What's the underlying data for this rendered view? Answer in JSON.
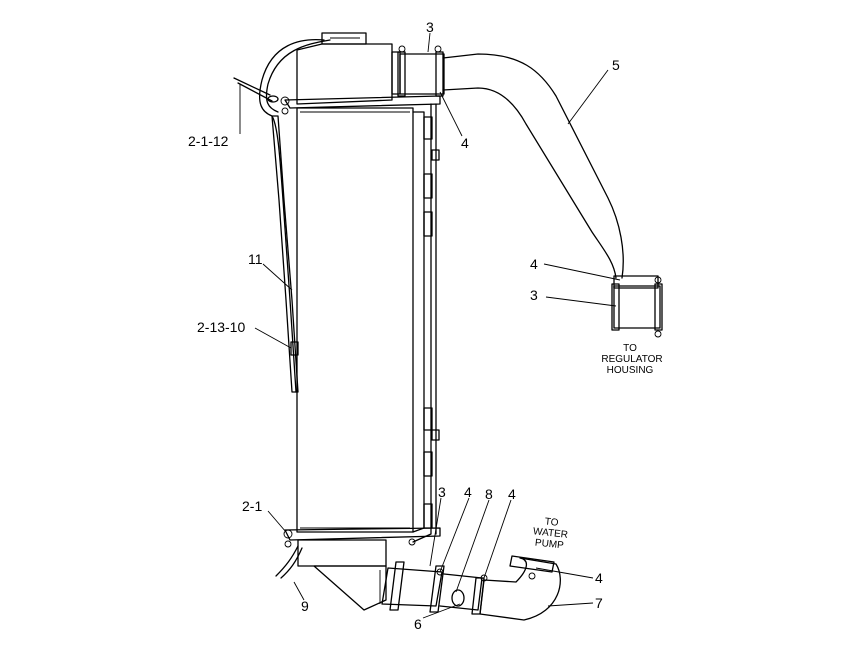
{
  "callouts": {
    "c_2_1_12": "2-1-12",
    "c_11": "11",
    "c_2_13_10": "2-13-10",
    "c_2_1": "2-1",
    "c_9": "9",
    "c_3_top": "3",
    "c_4_top": "4",
    "c_5": "5",
    "c_4_right": "4",
    "c_3_right": "3",
    "c_3_bottom": "3",
    "c_4_bottom_a": "4",
    "c_8": "8",
    "c_4_bottom_b": "4",
    "c_6": "6",
    "c_4_pump": "4",
    "c_7": "7"
  },
  "notes": {
    "regulator": [
      "TO",
      "REGULATOR",
      "HOUSING"
    ],
    "pump": [
      "TO",
      "WATER",
      "PUMP"
    ]
  }
}
